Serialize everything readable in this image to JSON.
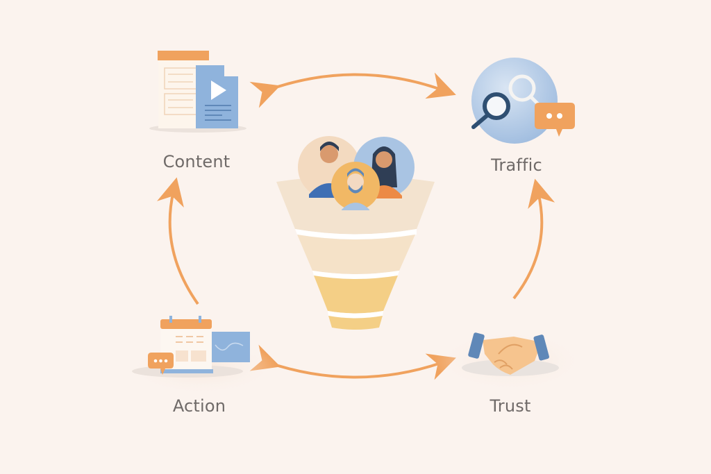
{
  "diagram": {
    "type": "cycle",
    "nodes": [
      {
        "id": "content",
        "label": "Content",
        "icon": "document-video-icon"
      },
      {
        "id": "traffic",
        "label": "Traffic",
        "icon": "search-chat-icon"
      },
      {
        "id": "trust",
        "label": "Trust",
        "icon": "handshake-icon"
      },
      {
        "id": "action",
        "label": "Action",
        "icon": "calendar-chart-icon"
      }
    ],
    "center": {
      "label": "",
      "icon": "funnel-with-people-icon"
    },
    "connections": [
      {
        "from": "content",
        "to": "traffic",
        "style": "bidirectional"
      },
      {
        "from": "traffic",
        "to": "trust",
        "style": "arrow-up-into-traffic"
      },
      {
        "from": "trust",
        "to": "action",
        "style": "bidirectional"
      },
      {
        "from": "action",
        "to": "content",
        "style": "arrow-up-into-content"
      }
    ]
  },
  "colors": {
    "background": "#fbf3ee",
    "accent_orange": "#f0a25e",
    "blue": "#8fb3dc",
    "funnel_light": "#f3e3cf",
    "funnel_gold": "#f4cf86",
    "text": "#6f6a68"
  }
}
